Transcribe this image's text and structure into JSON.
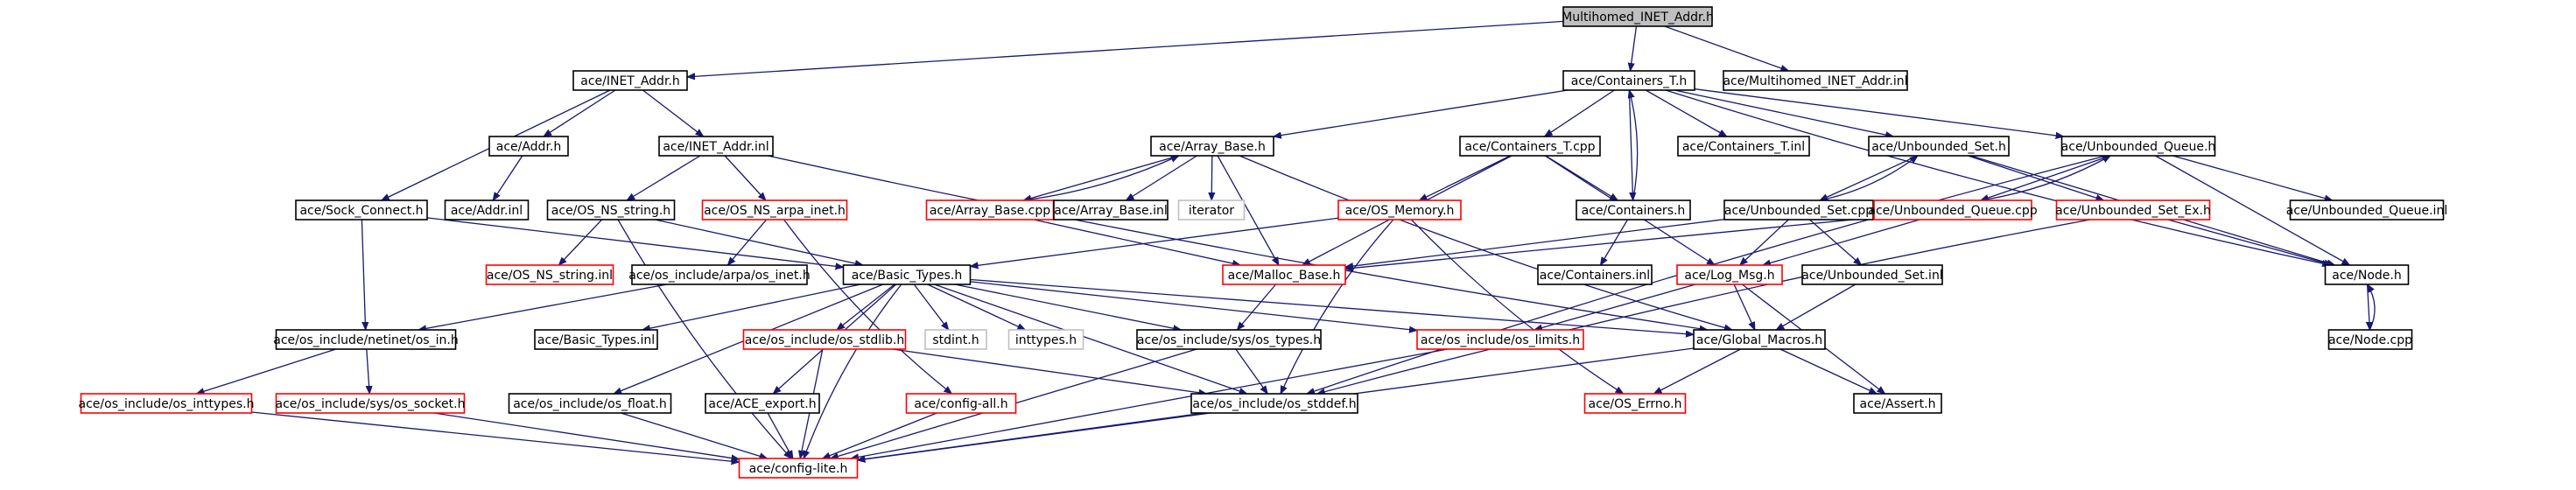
{
  "colors": {
    "edge": "#191970",
    "node_border_default": "#000000",
    "node_border_truncated": "#ff0000",
    "node_border_missing": "#bfbfbf",
    "root_fill": "#bfbfbf"
  },
  "nodes": [
    {
      "id": "root",
      "label": "Multihomed_INET_Addr.h",
      "kind": "root"
    },
    {
      "id": "inet_addr_h",
      "label": "ace/INET_Addr.h",
      "kind": "normal"
    },
    {
      "id": "containers_t_h",
      "label": "ace/Containers_T.h",
      "kind": "normal"
    },
    {
      "id": "multihomed_inl",
      "label": "ace/Multihomed_INET_Addr.inl",
      "kind": "normal"
    },
    {
      "id": "addr_h",
      "label": "ace/Addr.h",
      "kind": "normal"
    },
    {
      "id": "inet_addr_inl",
      "label": "ace/INET_Addr.inl",
      "kind": "normal"
    },
    {
      "id": "array_base_h",
      "label": "ace/Array_Base.h",
      "kind": "normal"
    },
    {
      "id": "containers_t_cpp",
      "label": "ace/Containers_T.cpp",
      "kind": "normal"
    },
    {
      "id": "containers_t_inl",
      "label": "ace/Containers_T.inl",
      "kind": "normal"
    },
    {
      "id": "unbounded_set_h",
      "label": "ace/Unbounded_Set.h",
      "kind": "normal"
    },
    {
      "id": "unbounded_queue_h",
      "label": "ace/Unbounded_Queue.h",
      "kind": "normal"
    },
    {
      "id": "sock_connect_h",
      "label": "ace/Sock_Connect.h",
      "kind": "normal"
    },
    {
      "id": "addr_inl",
      "label": "ace/Addr.inl",
      "kind": "normal"
    },
    {
      "id": "os_ns_string_h",
      "label": "ace/OS_NS_string.h",
      "kind": "normal"
    },
    {
      "id": "os_ns_arpa_inet_h",
      "label": "ace/OS_NS_arpa_inet.h",
      "kind": "truncated"
    },
    {
      "id": "array_base_cpp",
      "label": "ace/Array_Base.cpp",
      "kind": "truncated"
    },
    {
      "id": "array_base_inl",
      "label": "ace/Array_Base.inl",
      "kind": "normal"
    },
    {
      "id": "iterator",
      "label": "iterator",
      "kind": "missing"
    },
    {
      "id": "os_memory_h",
      "label": "ace/OS_Memory.h",
      "kind": "truncated"
    },
    {
      "id": "containers_h",
      "label": "ace/Containers.h",
      "kind": "normal"
    },
    {
      "id": "unbounded_set_cpp",
      "label": "ace/Unbounded_Set.cpp",
      "kind": "normal"
    },
    {
      "id": "unbounded_queue_cpp",
      "label": "ace/Unbounded_Queue.cpp",
      "kind": "truncated"
    },
    {
      "id": "unbounded_set_ex_h",
      "label": "ace/Unbounded_Set_Ex.h",
      "kind": "truncated"
    },
    {
      "id": "unbounded_queue_inl",
      "label": "ace/Unbounded_Queue.inl",
      "kind": "normal"
    },
    {
      "id": "os_ns_string_inl",
      "label": "ace/OS_NS_string.inl",
      "kind": "truncated"
    },
    {
      "id": "os_inet_h",
      "label": "ace/os_include/arpa/os_inet.h",
      "kind": "normal"
    },
    {
      "id": "basic_types_h",
      "label": "ace/Basic_Types.h",
      "kind": "normal"
    },
    {
      "id": "malloc_base_h",
      "label": "ace/Malloc_Base.h",
      "kind": "truncated"
    },
    {
      "id": "containers_inl",
      "label": "ace/Containers.inl",
      "kind": "normal"
    },
    {
      "id": "log_msg_h",
      "label": "ace/Log_Msg.h",
      "kind": "truncated"
    },
    {
      "id": "unbounded_set_inl",
      "label": "ace/Unbounded_Set.inl",
      "kind": "normal"
    },
    {
      "id": "node_h",
      "label": "ace/Node.h",
      "kind": "normal"
    },
    {
      "id": "os_in_h",
      "label": "ace/os_include/netinet/os_in.h",
      "kind": "normal"
    },
    {
      "id": "basic_types_inl",
      "label": "ace/Basic_Types.inl",
      "kind": "normal"
    },
    {
      "id": "os_stdlib_h",
      "label": "ace/os_include/os_stdlib.h",
      "kind": "truncated"
    },
    {
      "id": "stdint_h",
      "label": "stdint.h",
      "kind": "missing"
    },
    {
      "id": "inttypes_h",
      "label": "inttypes.h",
      "kind": "missing"
    },
    {
      "id": "os_types_h",
      "label": "ace/os_include/sys/os_types.h",
      "kind": "normal"
    },
    {
      "id": "os_limits_h",
      "label": "ace/os_include/os_limits.h",
      "kind": "truncated"
    },
    {
      "id": "global_macros_h",
      "label": "ace/Global_Macros.h",
      "kind": "normal"
    },
    {
      "id": "node_cpp",
      "label": "ace/Node.cpp",
      "kind": "normal"
    },
    {
      "id": "os_inttypes_h",
      "label": "ace/os_include/os_inttypes.h",
      "kind": "truncated"
    },
    {
      "id": "os_socket_h",
      "label": "ace/os_include/sys/os_socket.h",
      "kind": "truncated"
    },
    {
      "id": "os_float_h",
      "label": "ace/os_include/os_float.h",
      "kind": "normal"
    },
    {
      "id": "ace_export_h",
      "label": "ace/ACE_export.h",
      "kind": "normal"
    },
    {
      "id": "config_all_h",
      "label": "ace/config-all.h",
      "kind": "truncated"
    },
    {
      "id": "os_stddef_h",
      "label": "ace/os_include/os_stddef.h",
      "kind": "normal"
    },
    {
      "id": "os_errno_h",
      "label": "ace/OS_Errno.h",
      "kind": "truncated"
    },
    {
      "id": "assert_h",
      "label": "ace/Assert.h",
      "kind": "normal"
    },
    {
      "id": "config_lite_h",
      "label": "ace/config-lite.h",
      "kind": "truncated"
    }
  ],
  "edges": [
    [
      "root",
      "inet_addr_h"
    ],
    [
      "root",
      "containers_t_h"
    ],
    [
      "root",
      "multihomed_inl"
    ],
    [
      "inet_addr_h",
      "addr_h"
    ],
    [
      "inet_addr_h",
      "inet_addr_inl"
    ],
    [
      "inet_addr_h",
      "sock_connect_h"
    ],
    [
      "addr_h",
      "addr_inl"
    ],
    [
      "inet_addr_inl",
      "os_ns_string_h"
    ],
    [
      "inet_addr_inl",
      "os_ns_arpa_inet_h"
    ],
    [
      "inet_addr_inl",
      "global_macros_h"
    ],
    [
      "sock_connect_h",
      "os_in_h"
    ],
    [
      "sock_connect_h",
      "basic_types_h"
    ],
    [
      "os_ns_string_h",
      "os_ns_string_inl"
    ],
    [
      "os_ns_string_h",
      "basic_types_h"
    ],
    [
      "os_ns_string_h",
      "config_lite_h"
    ],
    [
      "os_ns_arpa_inet_h",
      "os_inet_h"
    ],
    [
      "os_ns_arpa_inet_h",
      "config_all_h"
    ],
    [
      "os_inet_h",
      "os_in_h"
    ],
    [
      "os_in_h",
      "os_inttypes_h"
    ],
    [
      "os_in_h",
      "os_socket_h"
    ],
    [
      "os_inttypes_h",
      "config_lite_h"
    ],
    [
      "os_socket_h",
      "config_lite_h"
    ],
    [
      "containers_t_h",
      "array_base_h"
    ],
    [
      "containers_t_h",
      "containers_t_cpp"
    ],
    [
      "containers_t_h",
      "containers_t_inl"
    ],
    [
      "containers_t_h",
      "unbounded_set_h"
    ],
    [
      "containers_t_h",
      "unbounded_queue_h"
    ],
    [
      "containers_t_h",
      "containers_h"
    ],
    [
      "containers_t_h",
      "node_h"
    ],
    [
      "array_base_h",
      "array_base_cpp"
    ],
    [
      "array_base_h",
      "array_base_inl"
    ],
    [
      "array_base_h",
      "iterator"
    ],
    [
      "array_base_h",
      "malloc_base_h"
    ],
    [
      "array_base_h",
      "global_macros_h"
    ],
    [
      "array_base_cpp",
      "array_base_h"
    ],
    [
      "array_base_cpp",
      "malloc_base_h"
    ],
    [
      "containers_t_cpp",
      "os_memory_h"
    ],
    [
      "containers_t_cpp",
      "containers_h"
    ],
    [
      "containers_t_cpp",
      "malloc_base_h"
    ],
    [
      "containers_t_cpp",
      "log_msg_h"
    ],
    [
      "os_memory_h",
      "basic_types_h"
    ],
    [
      "os_memory_h",
      "os_stddef_h"
    ],
    [
      "os_memory_h",
      "os_errno_h"
    ],
    [
      "containers_h",
      "containers_t_h"
    ],
    [
      "containers_h",
      "containers_inl"
    ],
    [
      "unbounded_set_h",
      "unbounded_set_cpp"
    ],
    [
      "unbounded_set_h",
      "unbounded_set_ex_h"
    ],
    [
      "unbounded_set_h",
      "node_h"
    ],
    [
      "unbounded_set_cpp",
      "unbounded_set_h"
    ],
    [
      "unbounded_set_cpp",
      "malloc_base_h"
    ],
    [
      "unbounded_set_cpp",
      "log_msg_h"
    ],
    [
      "unbounded_set_cpp",
      "unbounded_set_inl"
    ],
    [
      "unbounded_set_inl",
      "global_macros_h"
    ],
    [
      "unbounded_set_ex_h",
      "node_h"
    ],
    [
      "unbounded_set_ex_h",
      "os_stddef_h"
    ],
    [
      "unbounded_queue_h",
      "unbounded_queue_cpp"
    ],
    [
      "unbounded_queue_h",
      "unbounded_queue_inl"
    ],
    [
      "unbounded_queue_h",
      "node_h"
    ],
    [
      "unbounded_queue_h",
      "os_stddef_h"
    ],
    [
      "unbounded_queue_cpp",
      "unbounded_queue_h"
    ],
    [
      "unbounded_queue_cpp",
      "malloc_base_h"
    ],
    [
      "unbounded_queue_cpp",
      "log_msg_h"
    ],
    [
      "node_h",
      "node_cpp"
    ],
    [
      "node_cpp",
      "node_h"
    ],
    [
      "malloc_base_h",
      "os_types_h"
    ],
    [
      "log_msg_h",
      "global_macros_h"
    ],
    [
      "log_msg_h",
      "os_limits_h"
    ],
    [
      "log_msg_h",
      "assert_h"
    ],
    [
      "global_macros_h",
      "config_lite_h"
    ],
    [
      "global_macros_h",
      "os_errno_h"
    ],
    [
      "global_macros_h",
      "assert_h"
    ],
    [
      "basic_types_h",
      "basic_types_inl"
    ],
    [
      "basic_types_h",
      "os_stdlib_h"
    ],
    [
      "basic_types_h",
      "stdint_h"
    ],
    [
      "basic_types_h",
      "inttypes_h"
    ],
    [
      "basic_types_h",
      "os_types_h"
    ],
    [
      "basic_types_h",
      "os_limits_h"
    ],
    [
      "basic_types_h",
      "os_float_h"
    ],
    [
      "basic_types_h",
      "ace_export_h"
    ],
    [
      "basic_types_h",
      "config_lite_h"
    ],
    [
      "basic_types_h",
      "global_macros_h"
    ],
    [
      "basic_types_h",
      "os_stddef_h"
    ],
    [
      "os_stdlib_h",
      "config_lite_h"
    ],
    [
      "os_stdlib_h",
      "os_stddef_h"
    ],
    [
      "os_types_h",
      "os_stddef_h"
    ],
    [
      "os_types_h",
      "config_lite_h"
    ],
    [
      "os_limits_h",
      "config_lite_h"
    ],
    [
      "os_float_h",
      "config_lite_h"
    ],
    [
      "ace_export_h",
      "config_lite_h"
    ],
    [
      "config_all_h",
      "config_lite_h"
    ],
    [
      "os_stddef_h",
      "config_lite_h"
    ]
  ]
}
